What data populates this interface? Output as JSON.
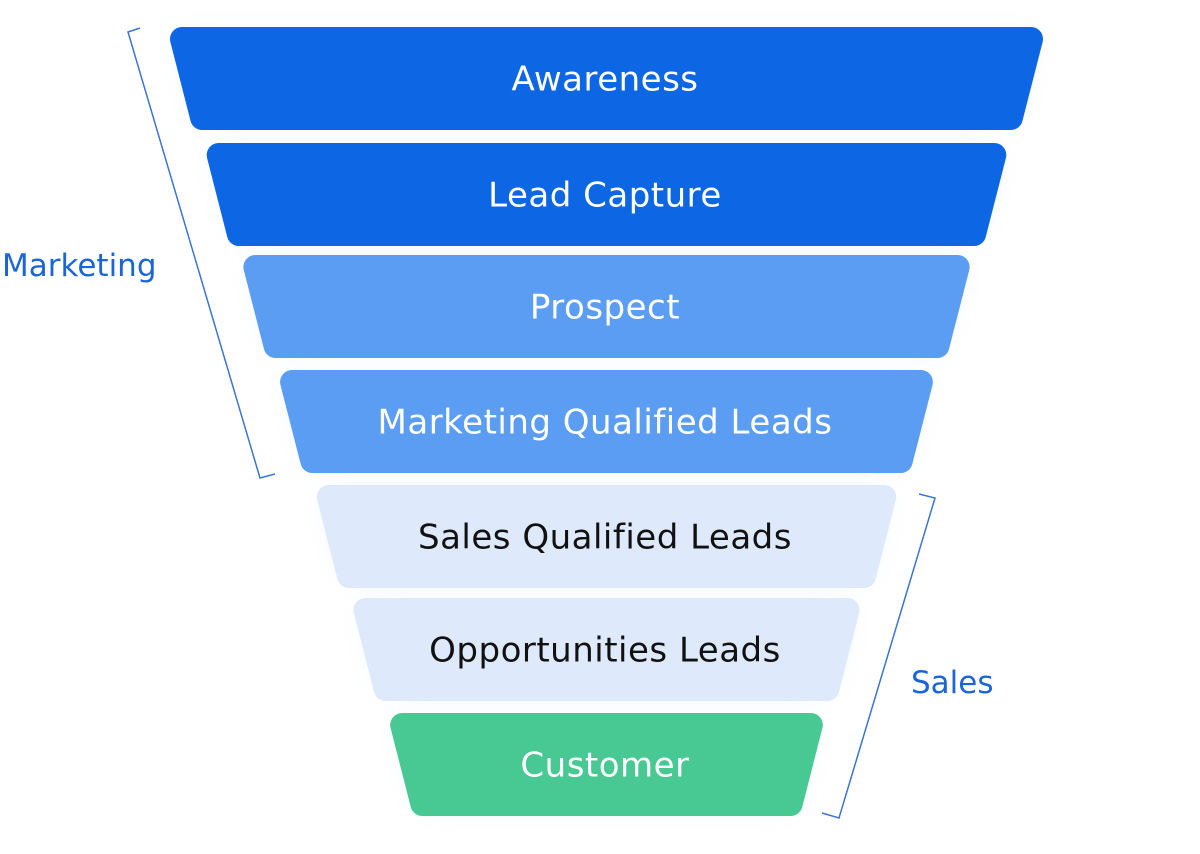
{
  "title": "Marketing and Sales Funnel",
  "stages": [
    {
      "label": "Awareness",
      "fill": "#0d66e4",
      "text_color": "#ffffff"
    },
    {
      "label": "Lead Capture",
      "fill": "#0d66e4",
      "text_color": "#ffffff"
    },
    {
      "label": "Prospect",
      "fill": "#5b9df2",
      "text_color": "#ffffff"
    },
    {
      "label": "Marketing Qualified Leads",
      "fill": "#5b9df2",
      "text_color": "#ffffff"
    },
    {
      "label": "Sales Qualified Leads",
      "fill": "#deeafb",
      "text_color": "#111111"
    },
    {
      "label": "Opportunities Leads",
      "fill": "#deeafb",
      "text_color": "#111111"
    },
    {
      "label": "Customer",
      "fill": "#48c993",
      "text_color": "#ffffff"
    }
  ],
  "groups": [
    {
      "label": "Marketing",
      "stage_range": [
        1,
        4
      ]
    },
    {
      "label": "Sales",
      "stage_range": [
        5,
        7
      ]
    }
  ],
  "bracket_color": "#3b74d6"
}
